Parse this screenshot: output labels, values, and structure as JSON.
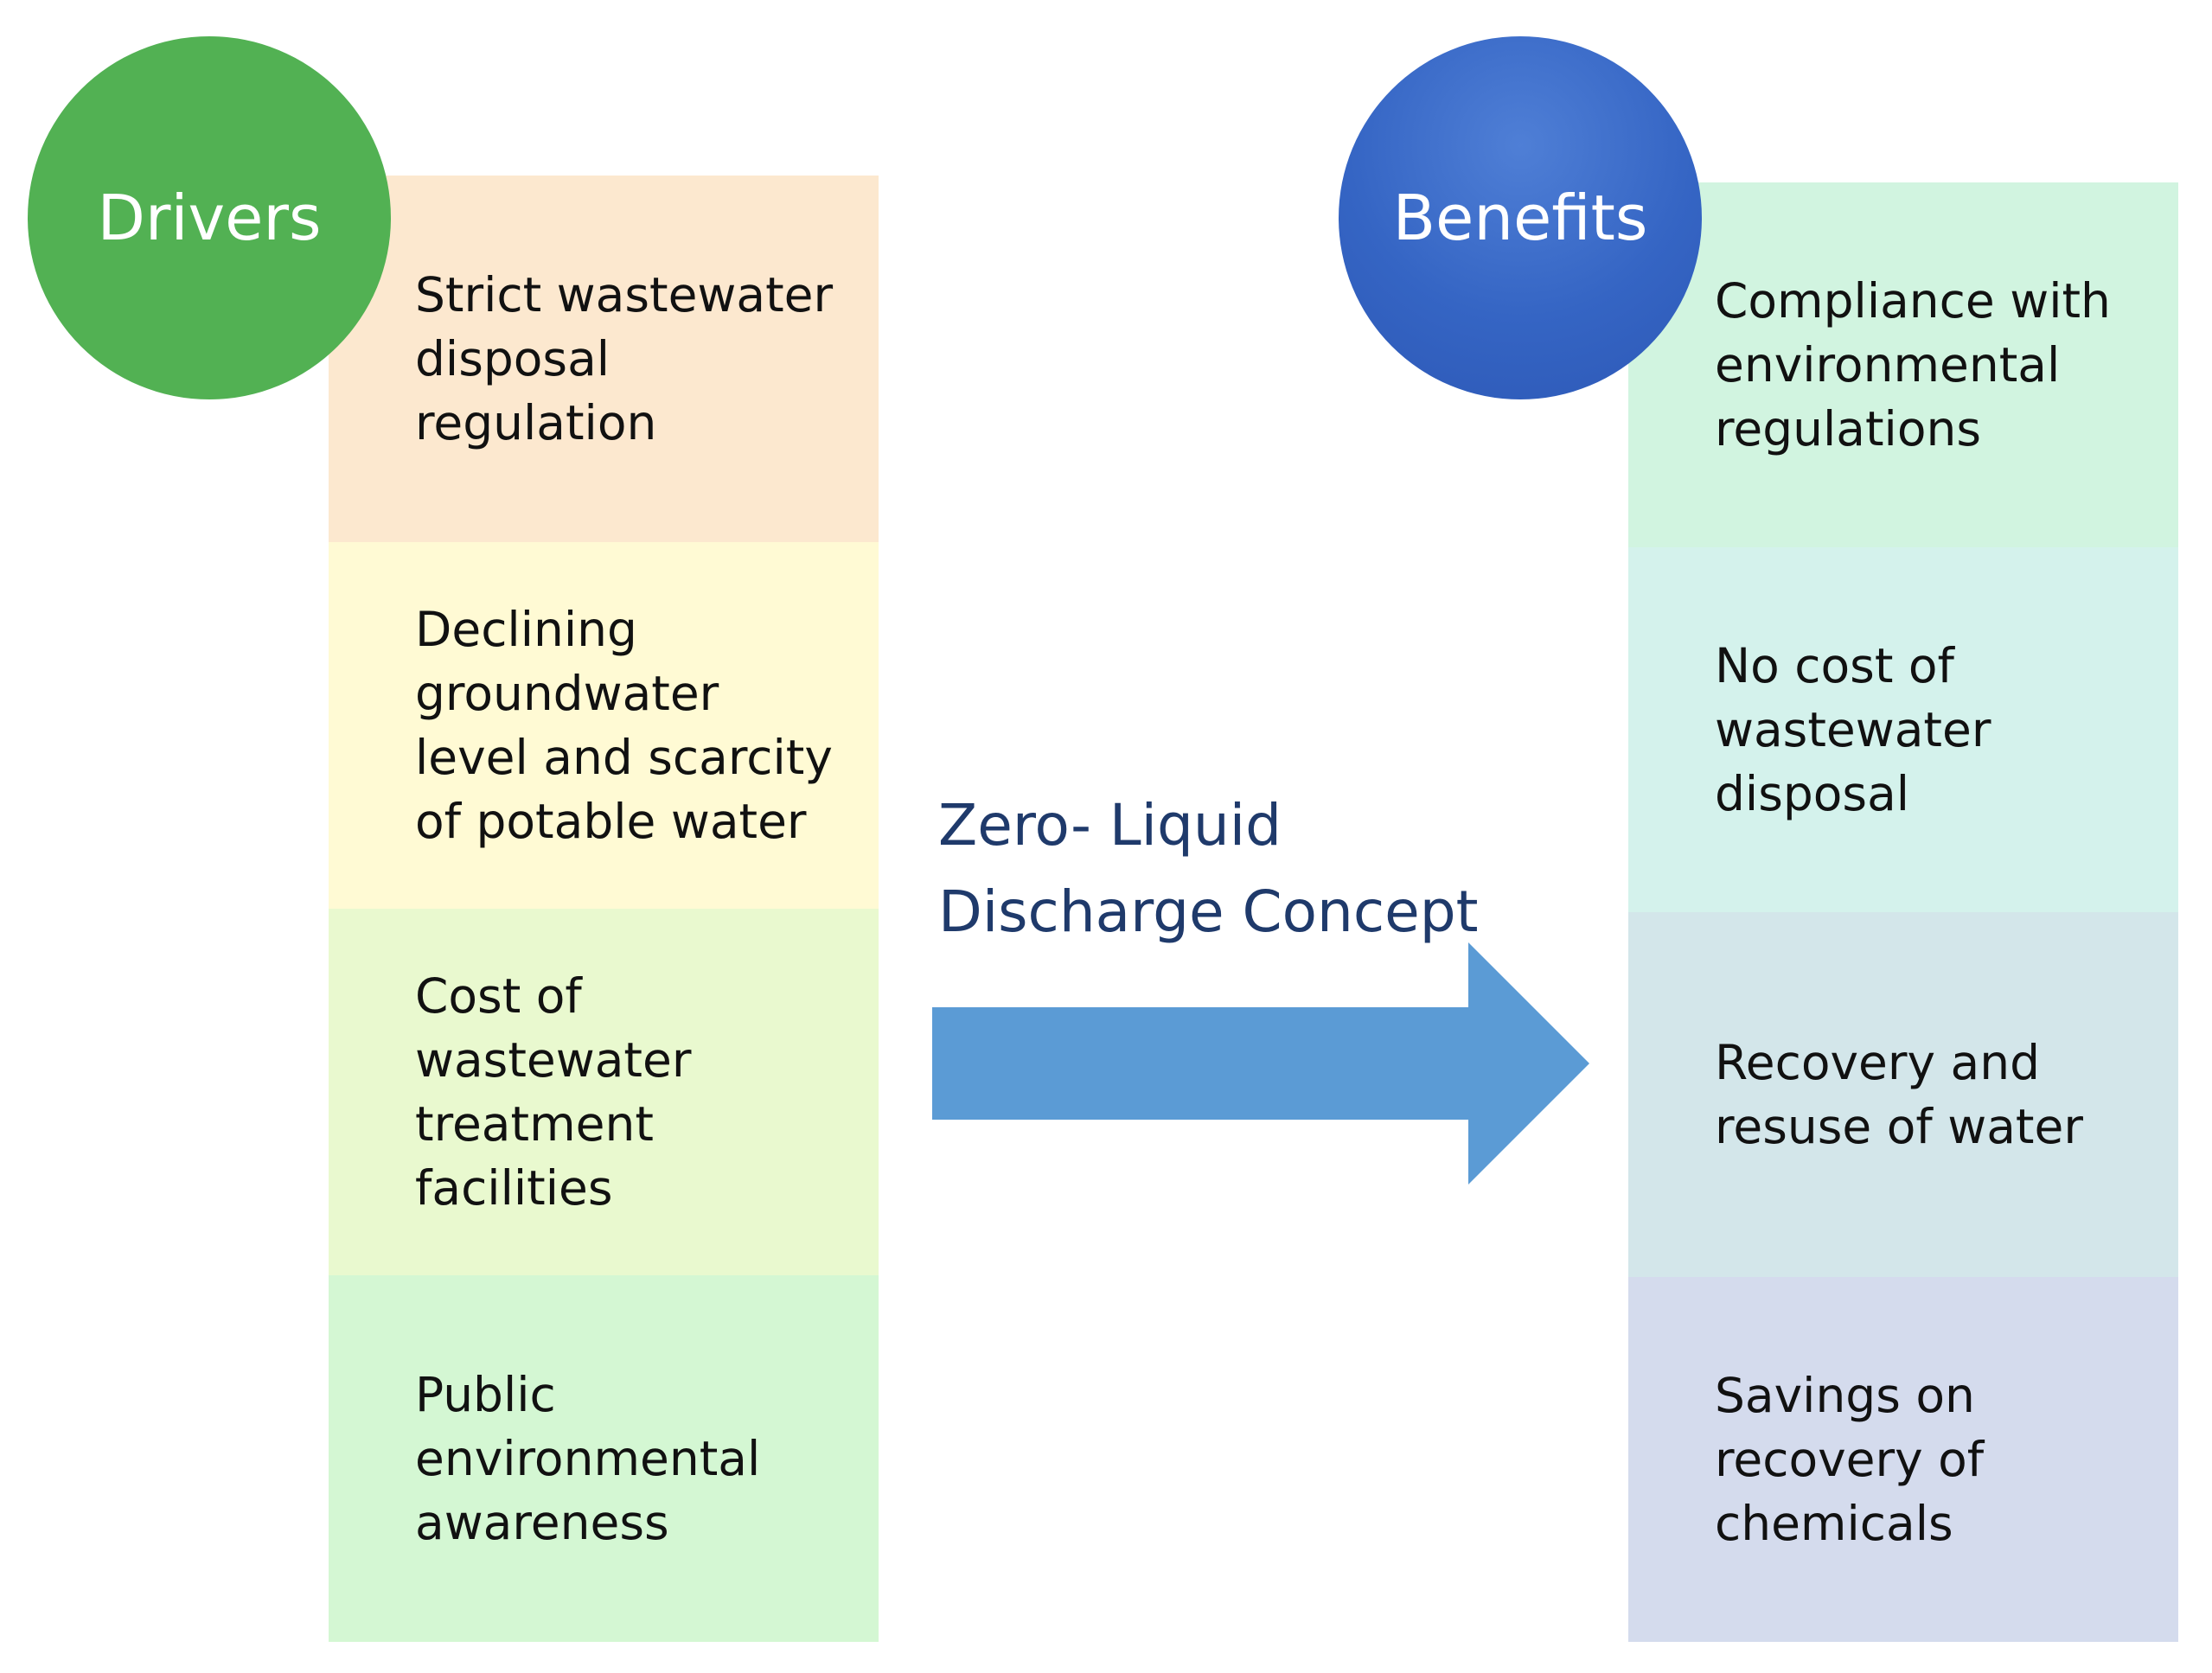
{
  "drivers": {
    "title": "Drivers",
    "items": [
      {
        "label": "Strict wastewater\ndisposal\nregulation",
        "color": "#fce8cf"
      },
      {
        "label": "Declining\ngroundwater\nlevel and scarcity\nof potable water",
        "color": "#fffad4"
      },
      {
        "label": "Cost of\nwastewater\ntreatment\nfacilities",
        "color": "#e9f9cf"
      },
      {
        "label": "Public\nenvironmental\nawareness",
        "color": "#d4f7d3"
      }
    ]
  },
  "concept": {
    "label": "Zero- Liquid\nDischarge Concept",
    "arrow_color": "#5b9bd5"
  },
  "benefits": {
    "title": "Benefits",
    "items": [
      {
        "label": "Compliance  with\nenvironmental\nregulations",
        "color": "#d1f4e0"
      },
      {
        "label": "No cost of\nwastewater\ndisposal",
        "color": "#d4f2ec"
      },
      {
        "label": "Recovery and\nresuse of water",
        "color": "#d3e6ea"
      },
      {
        "label": "Savings on\nrecovery of\nchemicals",
        "color": "#d4dbed"
      }
    ]
  }
}
